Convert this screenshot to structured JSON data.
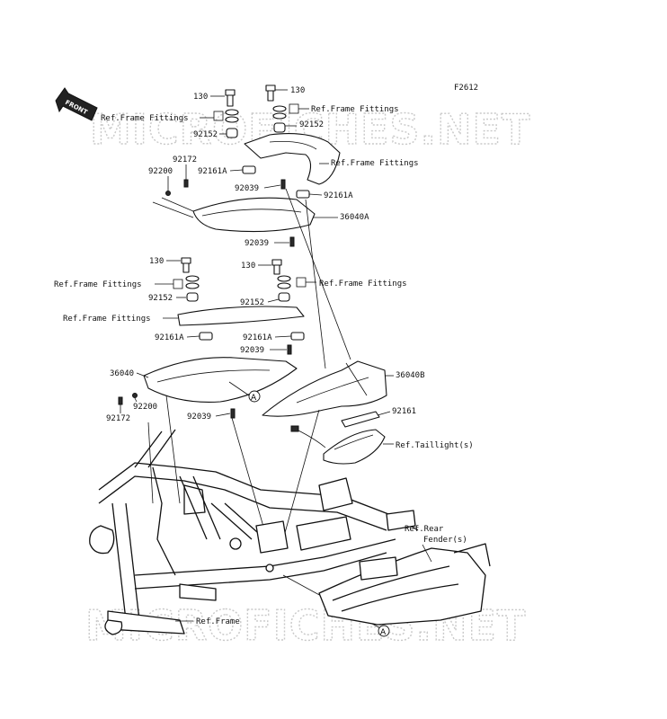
{
  "figure_code": "F2612",
  "front_badge": "FRONT",
  "watermarks": [
    "MICROFICHES.NET",
    "MICROFICHES.NET"
  ],
  "labels": {
    "l130_a": "130",
    "l130_b": "130",
    "l130_c": "130",
    "l130_d": "130",
    "ref_frame_fittings_1": "Ref.Frame Fittings",
    "ref_frame_fittings_2": "Ref.Frame Fittings",
    "ref_frame_fittings_3": "Ref.Frame Fittings",
    "ref_frame_fittings_4": "Ref.Frame Fittings",
    "ref_frame_fittings_5": "Ref.Frame Fittings",
    "ref_frame_fittings_6": "Ref.Frame Fittings",
    "p92152_a": "92152",
    "p92152_b": "92152",
    "p92152_c": "92152",
    "p92152_d": "92152",
    "p92172_a": "92172",
    "p92172_b": "92172",
    "p92200_a": "92200",
    "p92200_b": "92200",
    "p92161A_a": "92161A",
    "p92161A_b": "92161A",
    "p92161A_c": "92161A",
    "p92161A_d": "92161A",
    "p92039_a": "92039",
    "p92039_b": "92039",
    "p92039_c": "92039",
    "p92039_d": "92039",
    "p36040A": "36040A",
    "p36040": "36040",
    "p36040B": "36040B",
    "p92161": "92161",
    "ref_taillight": "Ref.Taillight(s)",
    "ref_rear_fender_1": "Ref.Rear",
    "ref_rear_fender_2": "Fender(s)",
    "ref_frame": "Ref.Frame",
    "callout_a1": "A",
    "callout_a2": "A"
  }
}
